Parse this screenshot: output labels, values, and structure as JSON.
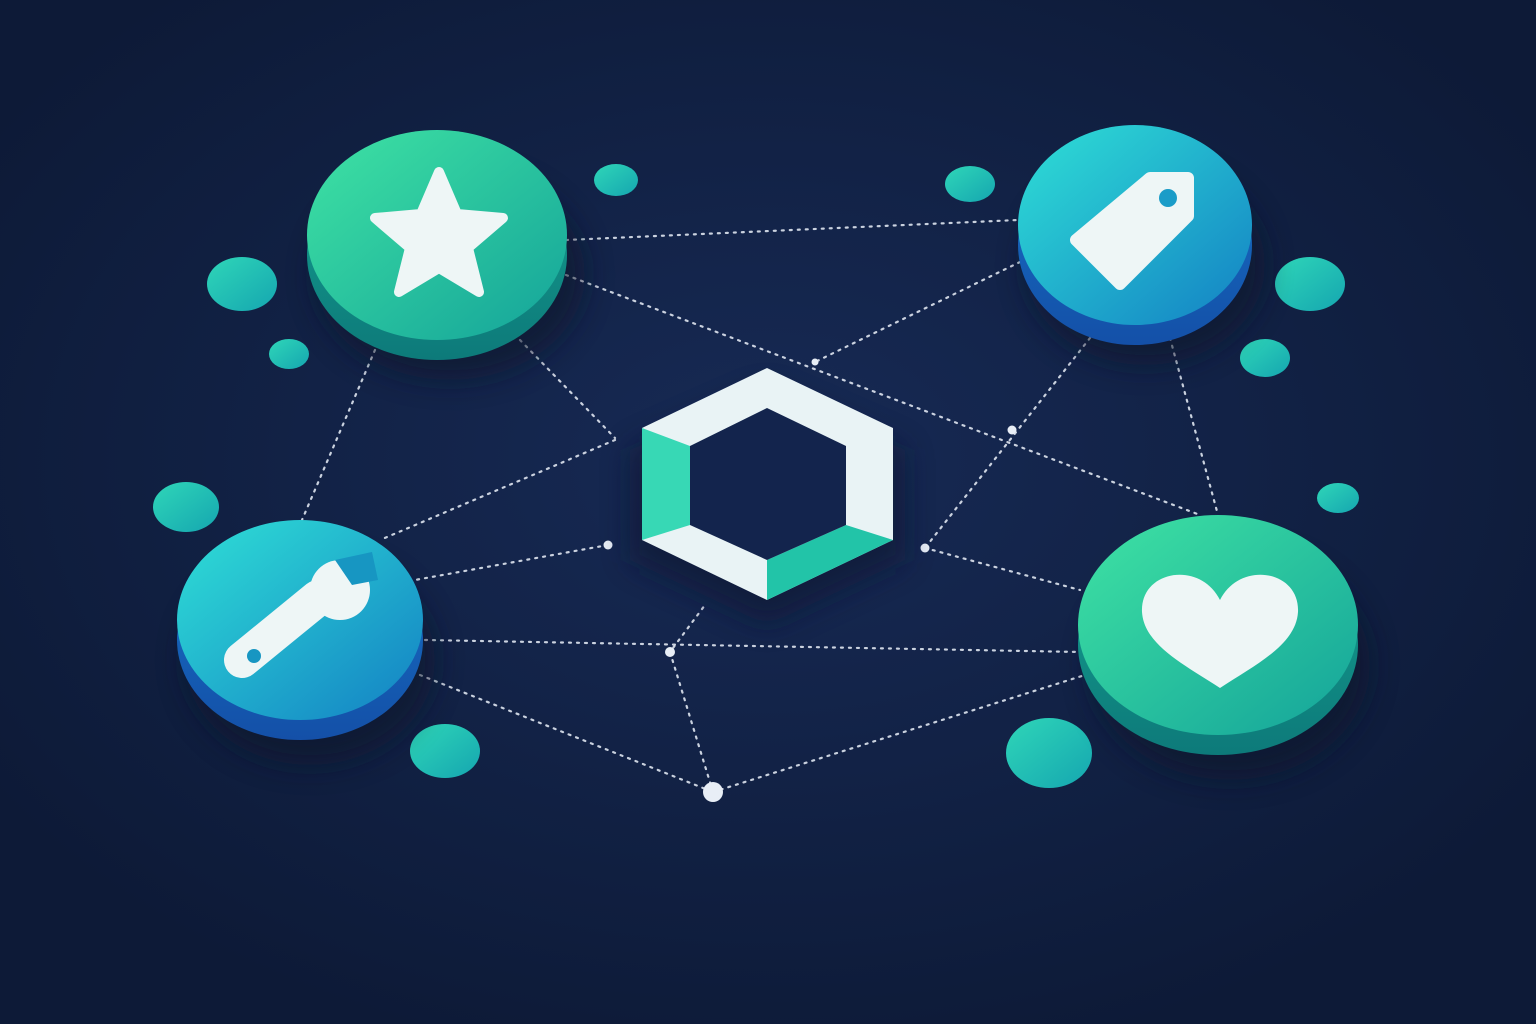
{
  "colors": {
    "background": "#0e1b3a",
    "green": "#2ecf9a",
    "teal": "#1bb8b8",
    "blue": "#1670c4",
    "icon_white": "#eef6f6",
    "link": "#dfe6f0"
  },
  "hub": {
    "icon": "hexagon-logo-icon"
  },
  "nodes": [
    {
      "icon": "star-icon",
      "gradient": "green-teal"
    },
    {
      "icon": "tag-icon",
      "gradient": "cyan-blue"
    },
    {
      "icon": "wrench-icon",
      "gradient": "teal-blue"
    },
    {
      "icon": "heart-icon",
      "gradient": "green-teal"
    }
  ]
}
